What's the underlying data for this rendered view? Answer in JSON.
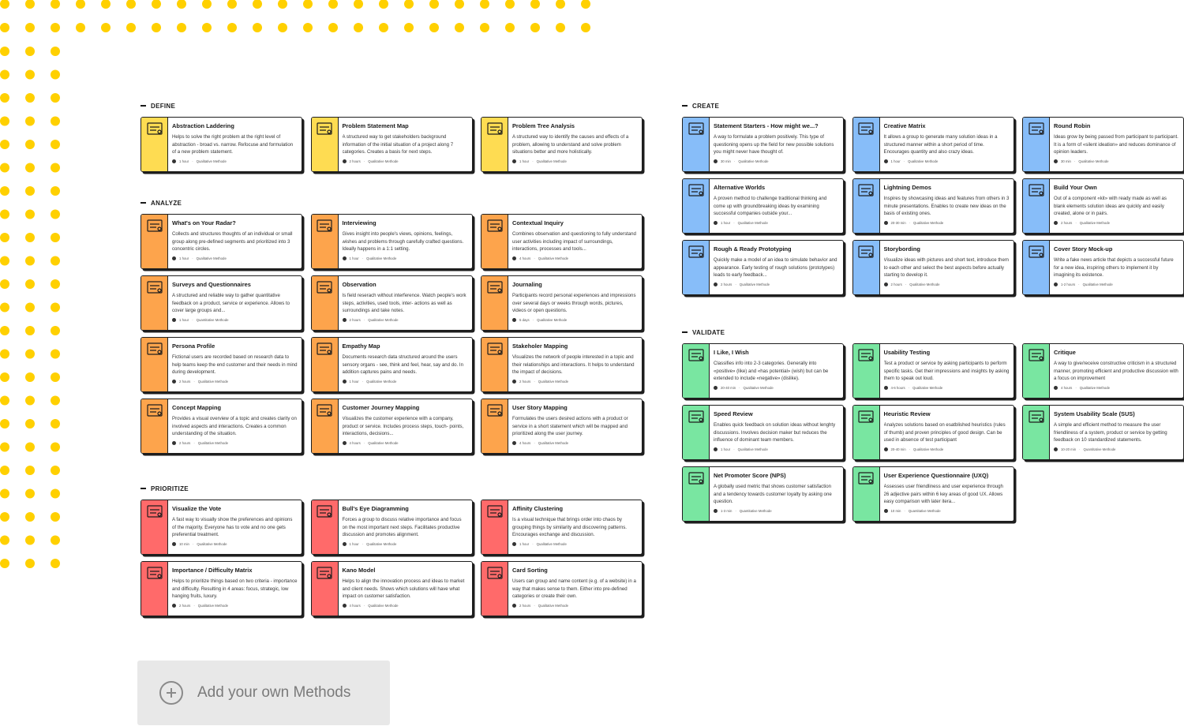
{
  "colors": {
    "dots": "#FFD000",
    "define": "#FEDC52",
    "analyze": "#FDA44C",
    "prioritize": "#FF6A6A",
    "create": "#87BDF9",
    "validate": "#79E6A1"
  },
  "sections": [
    {
      "key": "define",
      "label": "DEFINE",
      "cards": [
        {
          "title": "Abstraction Laddering",
          "desc": "Helps to solve the right problem at the right level of abstraction - broad vs. narrow. Refocuse and formulation of a new problem statement.",
          "time": "1 hour",
          "type": "Qualitative Methode",
          "icon": "ladder-icon"
        },
        {
          "title": "Problem Statement Map",
          "desc": "A structured way to get stakeholders background information of the initial situation of a project along 7 categories. Creates a basis for next steps.",
          "time": "2 hours",
          "type": "Qualitative Methode",
          "icon": "grid-dots-icon"
        },
        {
          "title": "Problem Tree Analysis",
          "desc": "A structured way to identify the causes and effects of a problem, allowing to understand and solve problem situations better and more holistically.",
          "time": "1 hour",
          "type": "Qualitative Methode",
          "icon": "tree-icon"
        }
      ]
    },
    {
      "key": "analyze",
      "label": "ANALYZE",
      "cards": [
        {
          "title": "What's on Your Radar?",
          "desc": "Collects and structures thoughts of an individual or small group along pre-defined segments and prioritized into 3 concentric circles.",
          "time": "1 hour",
          "type": "Qualitative Methode",
          "icon": "radar-icon"
        },
        {
          "title": "Interviewing",
          "desc": "Gives insight into people's views, opinions, feelings, wishes and problems through carefully crafted questions. Ideally happens in a 1:1 setting.",
          "time": "1 hour",
          "type": "Qualitative Methode",
          "icon": "speech-bubbles-icon"
        },
        {
          "title": "Contextual Inquiry",
          "desc": "Combines observation and questioning to fully understand user activities including impact of surroundings, interactions, processes and tools...",
          "time": "4 hours",
          "type": "Qualitative Methode",
          "icon": "person-desk-icon"
        },
        {
          "title": "Surveys and Questionnaires",
          "desc": "A structured and reliable way to gather quantitative feedback on a product, service or experience. Allows to cover large groups and...",
          "time": "1 hour",
          "type": "Quantitative Methode",
          "icon": "checklist-icon"
        },
        {
          "title": "Observation",
          "desc": "Is field reserach without interference. Watch people's work steps, activities, used tools, inter- actions as well as surroundings and take notes.",
          "time": "2 hours",
          "type": "Qualitative Methode",
          "icon": "observer-icon"
        },
        {
          "title": "Journaling",
          "desc": "Participants record personal experiences and impressions over several days or weeks through words, pictures, videos or open questions.",
          "time": "5 days",
          "type": "Qualitative Methode",
          "icon": "camera-notebook-icon"
        },
        {
          "title": "Persona Profile",
          "desc": "Fictional users are recorded based on research data to help teams keep the end customer and their needs in mind during development.",
          "time": "2 hours",
          "type": "Qualitative Methode",
          "icon": "profile-card-icon"
        },
        {
          "title": "Empathy Map",
          "desc": "Documents research data structured around the users sensory organs - see, think and feel, hear, say and do. In addition captures pains and needs.",
          "time": "1 hour",
          "type": "Qualitative Methode",
          "icon": "empathy-icon"
        },
        {
          "title": "Stakeholer Mapping",
          "desc": "Visualizes the network of people interested in a topic and their relationships and interactions. It helps to understand the impact of decisions.",
          "time": "2 hours",
          "type": "Qualitative Methode",
          "icon": "network-people-icon"
        },
        {
          "title": "Concept Mapping",
          "desc": "Provides a visual overview of a topic and creates clarity on involved aspects and interactions. Creates a common understanding of the situation.",
          "time": "2 hours",
          "type": "Qualitative Methode",
          "icon": "concept-map-icon"
        },
        {
          "title": "Customer Journey Mapping",
          "desc": "Visualizes the customer experience with a company, product or service. Includes process steps, touch- points, interactions, decisions...",
          "time": "4 hours",
          "type": "Qualitative Methode",
          "icon": "journey-icon"
        },
        {
          "title": "User Story Mapping",
          "desc": "Formulates the users desired actions with a product or service in a short statement which will be mapped and prioritized along the user journey.",
          "time": "4 hours",
          "type": "Qualitative Methode",
          "icon": "story-map-icon"
        }
      ]
    },
    {
      "key": "prioritize",
      "label": "PRIORITIZE",
      "cards": [
        {
          "title": "Visualize the Vote",
          "desc": "A fast way to visually show the preferences and opinions of the majority. Everyone has to vote and no one gets preferential treatment.",
          "time": "10 min",
          "type": "Qualitative Methode",
          "icon": "vote-dots-icon"
        },
        {
          "title": "Bull's Eye Diagramming",
          "desc": "Forces a group to discuss relative importance and focus on the most important next steps. Facilitates productive discussion and promotes alignment.",
          "time": "1 hour",
          "type": "Qualitative Methode",
          "icon": "bullseye-icon"
        },
        {
          "title": "Affinity Clustering",
          "desc": "Is a visual technique that brings order into chaos by grouping things by similarity and discovering patterns. Encourages exchange and discussion.",
          "time": "1 hour",
          "type": "Qualitative Methode",
          "icon": "clusters-icon"
        },
        {
          "title": "Importance / Difficulty Matrix",
          "desc": "Helps to prioritize things based on two criteria - importance and difficulty. Resulting in 4 areas: focus, strategic, low hanging fruits, luxury.",
          "time": "2 hours",
          "type": "Qualitative Methode",
          "icon": "matrix-icon"
        },
        {
          "title": "Kano Model",
          "desc": "Helps to align the innovation process and ideas to market and client needs. Shows which solutions will have what impact on customer satisfaction.",
          "time": "4 hours",
          "type": "Qualitative Methode",
          "icon": "kano-curve-icon"
        },
        {
          "title": "Card Sorting",
          "desc": "Users can group and name content (e.g. of a website) in a way that makes sense to them. Either into pre-defined categories or create their own.",
          "time": "2 hours",
          "type": "Qualitative Methode",
          "icon": "cards-grid-icon"
        }
      ]
    },
    {
      "key": "create",
      "label": "CREATE",
      "cards": [
        {
          "title": "Statement Starters - How might we...?",
          "desc": "A way to formulate a problem positively. This type of questioning opens up the field for new possible solutions you might never have thought of.",
          "time": "30 min",
          "type": "Qualitative Methode",
          "icon": "question-card-icon"
        },
        {
          "title": "Creative Matrix",
          "desc": "It allows a group to generate many solution ideas in a structured manner within a short period of time. Encourages quantity and also crazy ideas.",
          "time": "1 hour",
          "type": "Qualitative Methode",
          "icon": "creative-grid-icon"
        },
        {
          "title": "Round Robin",
          "desc": "Ideas grow by being passed from participant to participant. It is a form of «silent ideation» and reduces dominance of opinion leaders.",
          "time": "30 min",
          "type": "Qualitative Methode",
          "icon": "round-robin-icon"
        },
        {
          "title": "Alternative Worlds",
          "desc": "A proven method to challenge traditional thinking and come up with groundbreaking ideas by examining successful companies outside your...",
          "time": "1 hour",
          "type": "Qualitative Methode",
          "icon": "worlds-icon"
        },
        {
          "title": "Lightning Demos",
          "desc": "Inspires by showcasing ideas and features from others in 3 minute presentations. Enables to create new ideas on the basis of existing ones.",
          "time": "20-30 min",
          "type": "Qualitative Methode",
          "icon": "lightning-screen-icon"
        },
        {
          "title": "Build Your Own",
          "desc": "Out of a component «kit» with ready made as well as blank elements solution ideas are quickly and easily created, alone or in pairs.",
          "time": "2 hours",
          "type": "Qualitative Methode",
          "icon": "building-blocks-icon"
        },
        {
          "title": "Rough & Ready Prototyping",
          "desc": "Quickly make a model of an idea to simulate behavior and appearance. Early testing of rough solutions (prototypes) leads to early feedback...",
          "time": "2 hours",
          "type": "Qualitative Methode",
          "icon": "phone-sketch-icon"
        },
        {
          "title": "Storybording",
          "desc": "Visualize ideas with pictures and short text, introduce them to each other and select the best aspects before actually starting to develop it.",
          "time": "2 hours",
          "type": "Qualitative Methode",
          "icon": "storyboard-icon"
        },
        {
          "title": "Cover Story Mock-up",
          "desc": "Write a fake news article that depicts a successful future for a new idea, inspiring others to implement it by imagining its existence.",
          "time": "1-2 hours",
          "type": "Qualitative Methode",
          "icon": "newspaper-icon"
        }
      ]
    },
    {
      "key": "validate",
      "label": "VALIDATE",
      "cards": [
        {
          "title": "I Like, I Wish",
          "desc": "Classifies info into 2-3 categories. Generally into «positive» (like) and «has potential» (wish) but can be extended to include «negative» (dislike).",
          "time": "20-40 min",
          "type": "Qualitative Methode",
          "icon": "thumbs-icon"
        },
        {
          "title": "Usability Testing",
          "desc": "Test a product or service by asking participants to perform specific tasks. Get their impressions and insights by asking them to speak out loud.",
          "time": "4-6 hours",
          "type": "Qualitative Methode",
          "icon": "usability-test-icon"
        },
        {
          "title": "Critique",
          "desc": "A way to give/receive constructive criticism in a structured manner, promoting efficient and productive discussion with a focus on improvement",
          "time": "4 hours",
          "type": "Qualitative Methode",
          "icon": "critique-icon"
        },
        {
          "title": "Speed Review",
          "desc": "Enables quick feedback on solution ideas without lenghty discussions. Involves decision maker but reduces the influence of dominant team members.",
          "time": "1 hour",
          "type": "Qualitative Methode",
          "icon": "speed-review-icon"
        },
        {
          "title": "Heuristic Review",
          "desc": "Analyzes solutions based on esatblished heuristics (rules of thumb) and proven principles of good design. Can be used in absence of test participant",
          "time": "20-40 min",
          "type": "Qualitative Methode",
          "icon": "heuristic-grid-icon"
        },
        {
          "title": "System Usability Scale (SUS)",
          "desc": "A simple and efficient method to measure the user friendliness of a system, product or service by getting feedback on 10 standardized statements.",
          "time": "10-20 min",
          "type": "Quantitative Methode",
          "icon": "scale-list-icon"
        },
        {
          "title": "Net Promoter Score (NPS)",
          "desc": "A globally used metric that shows customer satisfaction and a tendency towards customer loyalty by asking one question.",
          "time": "1-3 min",
          "type": "Quantitative Methode",
          "icon": "smileys-icon"
        },
        {
          "title": "User Experience Questionnaire (UXQ)",
          "desc": "Assesses user friendliness and user experience through 26 adjective pairs within 6 key areas of good UX. Allows easy comparison with later itera...",
          "time": "10 min",
          "type": "Quantitative Methode",
          "icon": "bar-chart-icon"
        }
      ]
    }
  ],
  "add_button": {
    "label": "Add your own Methods",
    "icon": "plus-circle-icon"
  }
}
